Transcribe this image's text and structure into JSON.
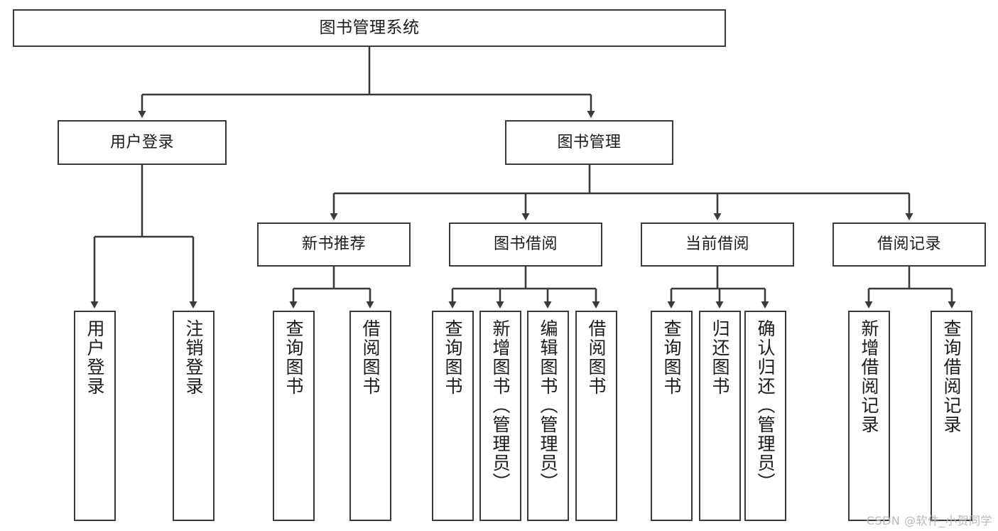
{
  "diagram": {
    "title": "图书管理系统",
    "type": "tree-hierarchy-diagram",
    "colors": {
      "border": "#3a3a3a",
      "fill": "#ffffff",
      "text": "#1b1b1b",
      "watermark": "#b9b9b9"
    },
    "nodes": {
      "root": {
        "label": "图书管理系统"
      },
      "level2": [
        {
          "label": "用户登录"
        },
        {
          "label": "图书管理"
        }
      ],
      "level3": [
        {
          "label": "新书推荐"
        },
        {
          "label": "图书借阅"
        },
        {
          "label": "当前借阅"
        },
        {
          "label": "借阅记录"
        }
      ],
      "leaves_user_login": [
        {
          "label": "用户登录"
        },
        {
          "label": "注销登录"
        }
      ],
      "leaves_new_book": [
        {
          "label": "查询图书"
        },
        {
          "label": "借阅图书"
        }
      ],
      "leaves_borrow": [
        {
          "label": "查询图书"
        },
        {
          "label": "新增图书（管理员）"
        },
        {
          "label": "编辑图书（管理员）"
        },
        {
          "label": "借阅图书"
        }
      ],
      "leaves_current": [
        {
          "label": "查询图书"
        },
        {
          "label": "归还图书"
        },
        {
          "label": "确认归还（管理员）"
        }
      ],
      "leaves_record": [
        {
          "label": "新增借阅记录"
        },
        {
          "label": "查询借阅记录"
        }
      ]
    },
    "watermark": "CSDN @软件_小贺同学"
  }
}
